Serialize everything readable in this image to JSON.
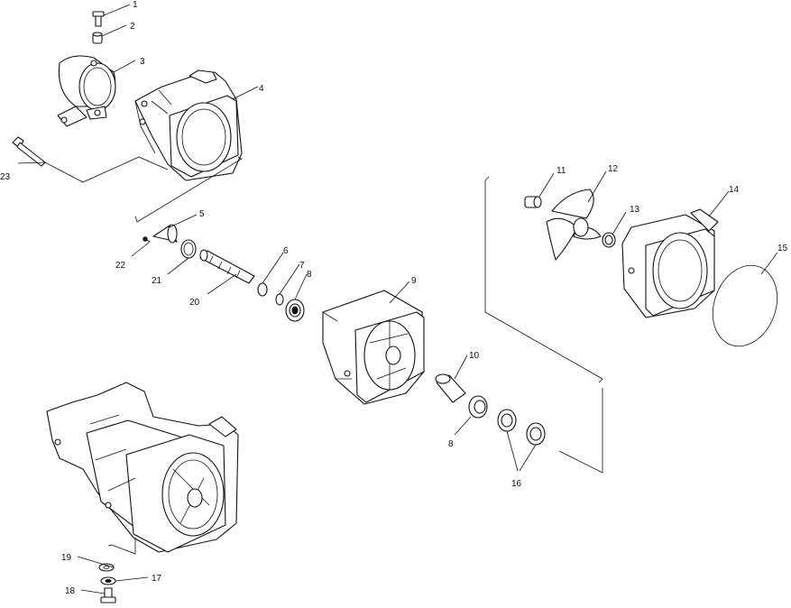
{
  "labels": {
    "c1": "1",
    "c2": "2",
    "c3": "3",
    "c4": "4",
    "c5": "5",
    "c6": "6",
    "c7": "7",
    "c8a": "8",
    "c8b": "8",
    "c9": "9",
    "c10": "10",
    "c11": "11",
    "c12": "12",
    "c13": "13",
    "c14": "14",
    "c15": "15",
    "c16": "16",
    "c17": "17",
    "c18": "18",
    "c19": "19",
    "c20": "20",
    "c21": "21",
    "c22": "22",
    "c23": "23"
  },
  "colors": {
    "line": "#111111",
    "background": "#ffffff"
  }
}
